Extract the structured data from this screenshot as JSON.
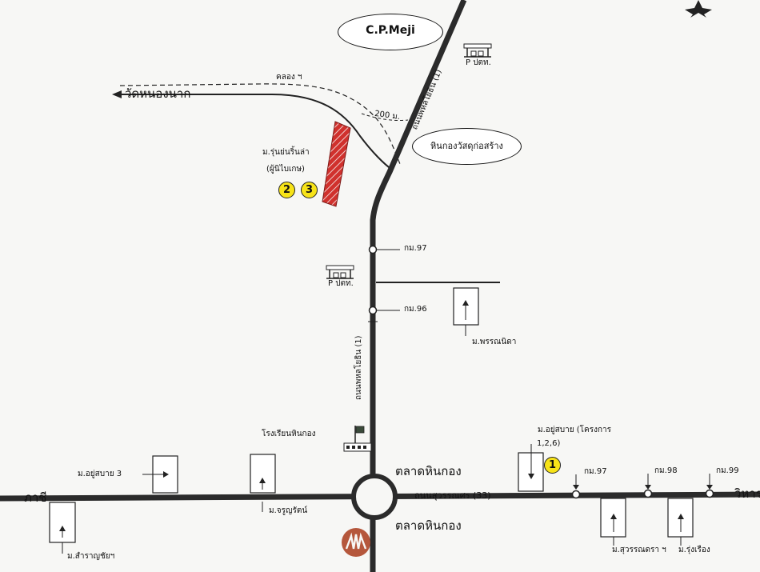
{
  "labels": {
    "cp_meji": "C.P.Meji",
    "hin_kong_landmark": "หินกองวัสดุก่อสร้าง",
    "canal": "คลอง ฯ",
    "wat_nong_nak": "วัดหนองนาก",
    "distance_200": "200 ม.",
    "road_phahon_upper": "ถนนพหลโยธิน (1)",
    "road_phahon_lower": "ถนนพหลโยธิน (1)",
    "village_ruen_yen": "ม.รุ่นย่นริ้นล่า",
    "village_ruen_yen_sub": "(ผู้นิไบเกษ)",
    "km97_north": "กม.97",
    "km96": "กม.96",
    "parking_north": "P ปตท.",
    "parking_mid": "P ปตท.",
    "village_pornnida": "ม.พรรณนิดา",
    "school_hin_kong": "โรงเรียนหินกอง",
    "talat_hin_kong_top": "ตลาดหินกอง",
    "talat_hin_kong_bottom": "ตลาดหินกอง",
    "road_suwannason": "ถนนสุวรรณศร (33)",
    "village_yu_sabai_3": "ม.อยู่สบาย 3",
    "village_charoenrat": "ม.จรูญรัตน์",
    "village_samran": "ม.สำราญชัยฯ",
    "saraburi": "ภาชี",
    "vihan": "วิหาร",
    "village_yu_sabai_project": "ม.อยู่สบาย (โครงการ",
    "village_yu_sabai_phases": "1,2,6)",
    "km97_east": "กม.97",
    "km98": "กม.98",
    "km99": "กม.99",
    "village_suwanna": "ม.สุวรรณดรา ฯ",
    "village_rungruang": "ม.รุ่งเรือง"
  },
  "badges": [
    "2",
    "3",
    "1"
  ],
  "colors": {
    "road": "#2b2b2b",
    "hatch": "#d0312d",
    "badge": "#f7e318",
    "temple_logo": "#b5573c"
  },
  "icons": [
    "parking-station-icon",
    "school-flag-icon",
    "temple-logo-icon",
    "compass-star-icon"
  ]
}
